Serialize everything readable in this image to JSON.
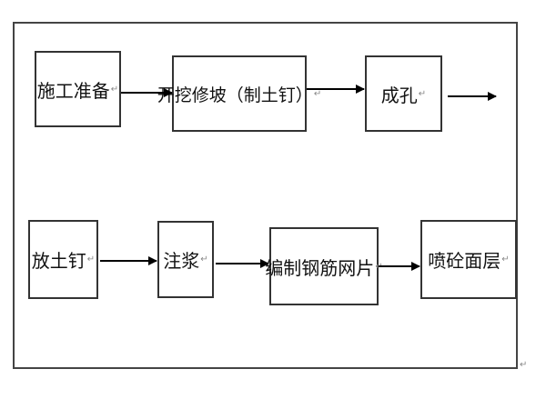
{
  "diagram": {
    "paragraph_mark": "↵",
    "row1": [
      {
        "id": "n1",
        "label": "施工准备"
      },
      {
        "id": "n2",
        "label": "开挖修坡（制土钉）"
      },
      {
        "id": "n3",
        "label": "成孔"
      }
    ],
    "row2": [
      {
        "id": "n4",
        "label": "放土钉"
      },
      {
        "id": "n5",
        "label": "注浆"
      },
      {
        "id": "n6",
        "label": "编制钢筋网片"
      },
      {
        "id": "n7",
        "label": "喷砼面层"
      }
    ]
  }
}
